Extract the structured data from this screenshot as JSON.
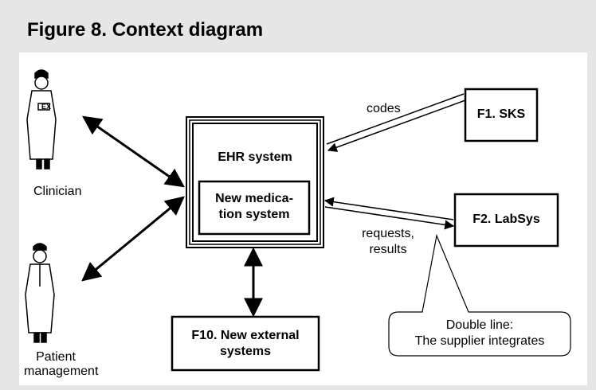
{
  "figure_title": "Figure 8. Context diagram",
  "actors": {
    "clinician": "Clinician",
    "patient_management_line1": "Patient",
    "patient_management_line2": "management"
  },
  "boxes": {
    "ehr_system": "EHR system",
    "new_medication_line1": "New medica-",
    "new_medication_line2": "tion system",
    "sks": "F1. SKS",
    "labsys": "F2. LabSys",
    "external_line1": "F10. New external",
    "external_line2": "systems"
  },
  "flow_labels": {
    "codes": "codes",
    "requests": "requests,",
    "results": "results"
  },
  "callout": {
    "line1": "Double line:",
    "line2": "The supplier integrates"
  }
}
